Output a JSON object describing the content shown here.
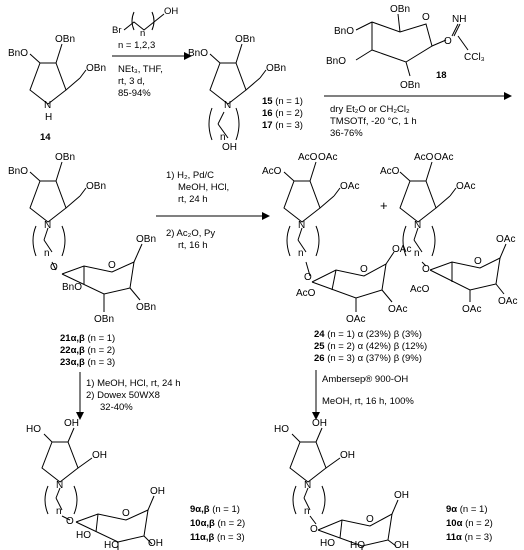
{
  "step1": {
    "reagent_chain": "Br",
    "reagent_oh": "OH",
    "reagent_n": "n",
    "n_values": "n = 1,2,3",
    "line2": "NEt₃, THF,",
    "line3": "rt, 3 d,",
    "yield": "85-94%"
  },
  "step2": {
    "donor_number": "18",
    "line1": "dry Et₂O or CH₂Cl₂",
    "line2": "TMSOTf, -20 °C, 1 h",
    "yield": "36-76%"
  },
  "step3": {
    "line1": "1) H₂, Pd/C",
    "line2": "MeOH, HCl,",
    "line3": "rt, 24 h",
    "line4": "2) Ac₂O, Py",
    "line5": "rt, 16 h"
  },
  "step4": {
    "line1": "1) MeOH, HCl, rt, 24 h",
    "line2": "2) Dowex 50WX8",
    "yield": "32-40%"
  },
  "step5": {
    "line1": "Ambersep® 900-OH",
    "line2": "MeOH, rt, 16 h, 100%"
  },
  "compounds": {
    "c14": "14",
    "c15": {
      "num": "15",
      "cond": "(n = 1)"
    },
    "c16": {
      "num": "16",
      "cond": "(n = 2)"
    },
    "c17": {
      "num": "17",
      "cond": "(n = 3)"
    },
    "c21": {
      "num": "21α,β",
      "cond": "(n = 1)"
    },
    "c22": {
      "num": "22α,β",
      "cond": "(n = 2)"
    },
    "c23": {
      "num": "23α,β",
      "cond": "(n = 3)"
    },
    "c24": {
      "num": "24",
      "cond": "(n = 1) α (23%) β (3%)"
    },
    "c25": {
      "num": "25",
      "cond": "(n = 2) α (42%) β (12%)"
    },
    "c26": {
      "num": "26",
      "cond": "(n = 3) α (37%) β (9%)"
    },
    "c9ab": {
      "num": "9α,β",
      "cond": "(n = 1)"
    },
    "c10ab": {
      "num": "10α,β",
      "cond": "(n = 2)"
    },
    "c11ab": {
      "num": "11α,β",
      "cond": "(n = 3)"
    },
    "c9a": {
      "num": "9α",
      "cond": "(n = 1)"
    },
    "c10a": {
      "num": "10α",
      "cond": "(n = 2)"
    },
    "c11a": {
      "num": "11α",
      "cond": "(n = 3)"
    }
  },
  "plus": "+",
  "atoms": {
    "OBn": "OBn",
    "BnO": "BnO",
    "OAc": "OAc",
    "AcO": "AcO",
    "OH": "OH",
    "HO": "HO",
    "N": "N",
    "H": "H",
    "O": "O",
    "NH": "NH",
    "CCl3": "CCl₃",
    "n": "n"
  }
}
